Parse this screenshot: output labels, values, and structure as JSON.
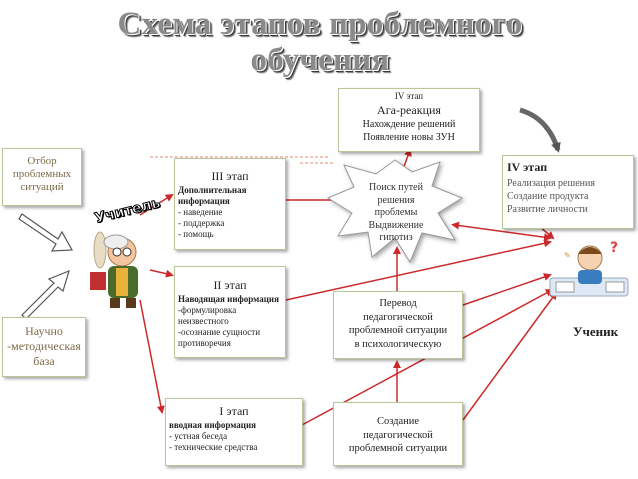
{
  "title": {
    "line1": "Схема этапов проблемного",
    "line2": "обучения"
  },
  "left": {
    "selection": [
      "Отбор",
      "проблемных",
      "ситуаций"
    ],
    "base": [
      "Научно",
      "-методическая",
      "база"
    ]
  },
  "teacher_label": "Учитель",
  "student_label": "Ученик",
  "stage4_top": {
    "heading": "IV этап",
    "subtitle": "Ага-реакция",
    "lines": [
      "Нахождение решений",
      "Появление новы ЗУН"
    ]
  },
  "stage4_right": {
    "heading": "IV этап",
    "lines": [
      "Реализация решения",
      "Создание продукта",
      "Развитие личности"
    ]
  },
  "stage3": {
    "heading": "III этап",
    "bold_lines": [
      "Дополнительная",
      "информация"
    ],
    "lines": [
      "- наведение",
      "- поддержка",
      "- помощь"
    ]
  },
  "stage2": {
    "heading": "II этап",
    "bold_lines": [
      "Наводящая информация"
    ],
    "lines": [
      "-формулировка",
      "неизвестного",
      "-осознание сущности",
      "противоречия"
    ]
  },
  "stage1": {
    "heading": "I этап",
    "bold_lines": [
      "вводная информация"
    ],
    "lines": [
      "- устная беседа",
      "- технические средства"
    ]
  },
  "star": [
    "Поиск путей",
    "решения",
    "проблемы",
    "Выдвижение",
    "гипотиз"
  ],
  "translate": [
    "Перевод",
    "педагогической",
    "проблемной ситуации",
    "в психологическую"
  ],
  "create": [
    "Создание",
    "педагогической",
    "проблемной ситуации"
  ],
  "colors": {
    "border": "#b9c69a",
    "arrow": "#cc2a2a",
    "dashed": "#e08a70",
    "outline_arrow": "#555555"
  }
}
